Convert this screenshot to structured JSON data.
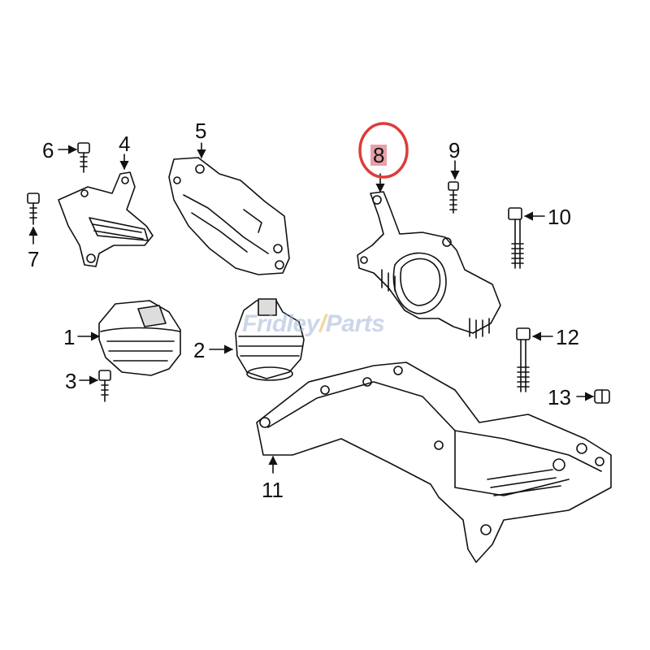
{
  "watermark": {
    "text_a": "Fridley",
    "mark": "/",
    "text_b": "Parts"
  },
  "highlight": {
    "color": "#e03a3a",
    "label_bg": "#e8a0a8"
  },
  "callouts": {
    "c1": "1",
    "c2": "2",
    "c3": "3",
    "c4": "4",
    "c5": "5",
    "c6": "6",
    "c7": "7",
    "c8": "8",
    "c9": "9",
    "c10": "10",
    "c11": "11",
    "c12": "12",
    "c13": "13"
  }
}
